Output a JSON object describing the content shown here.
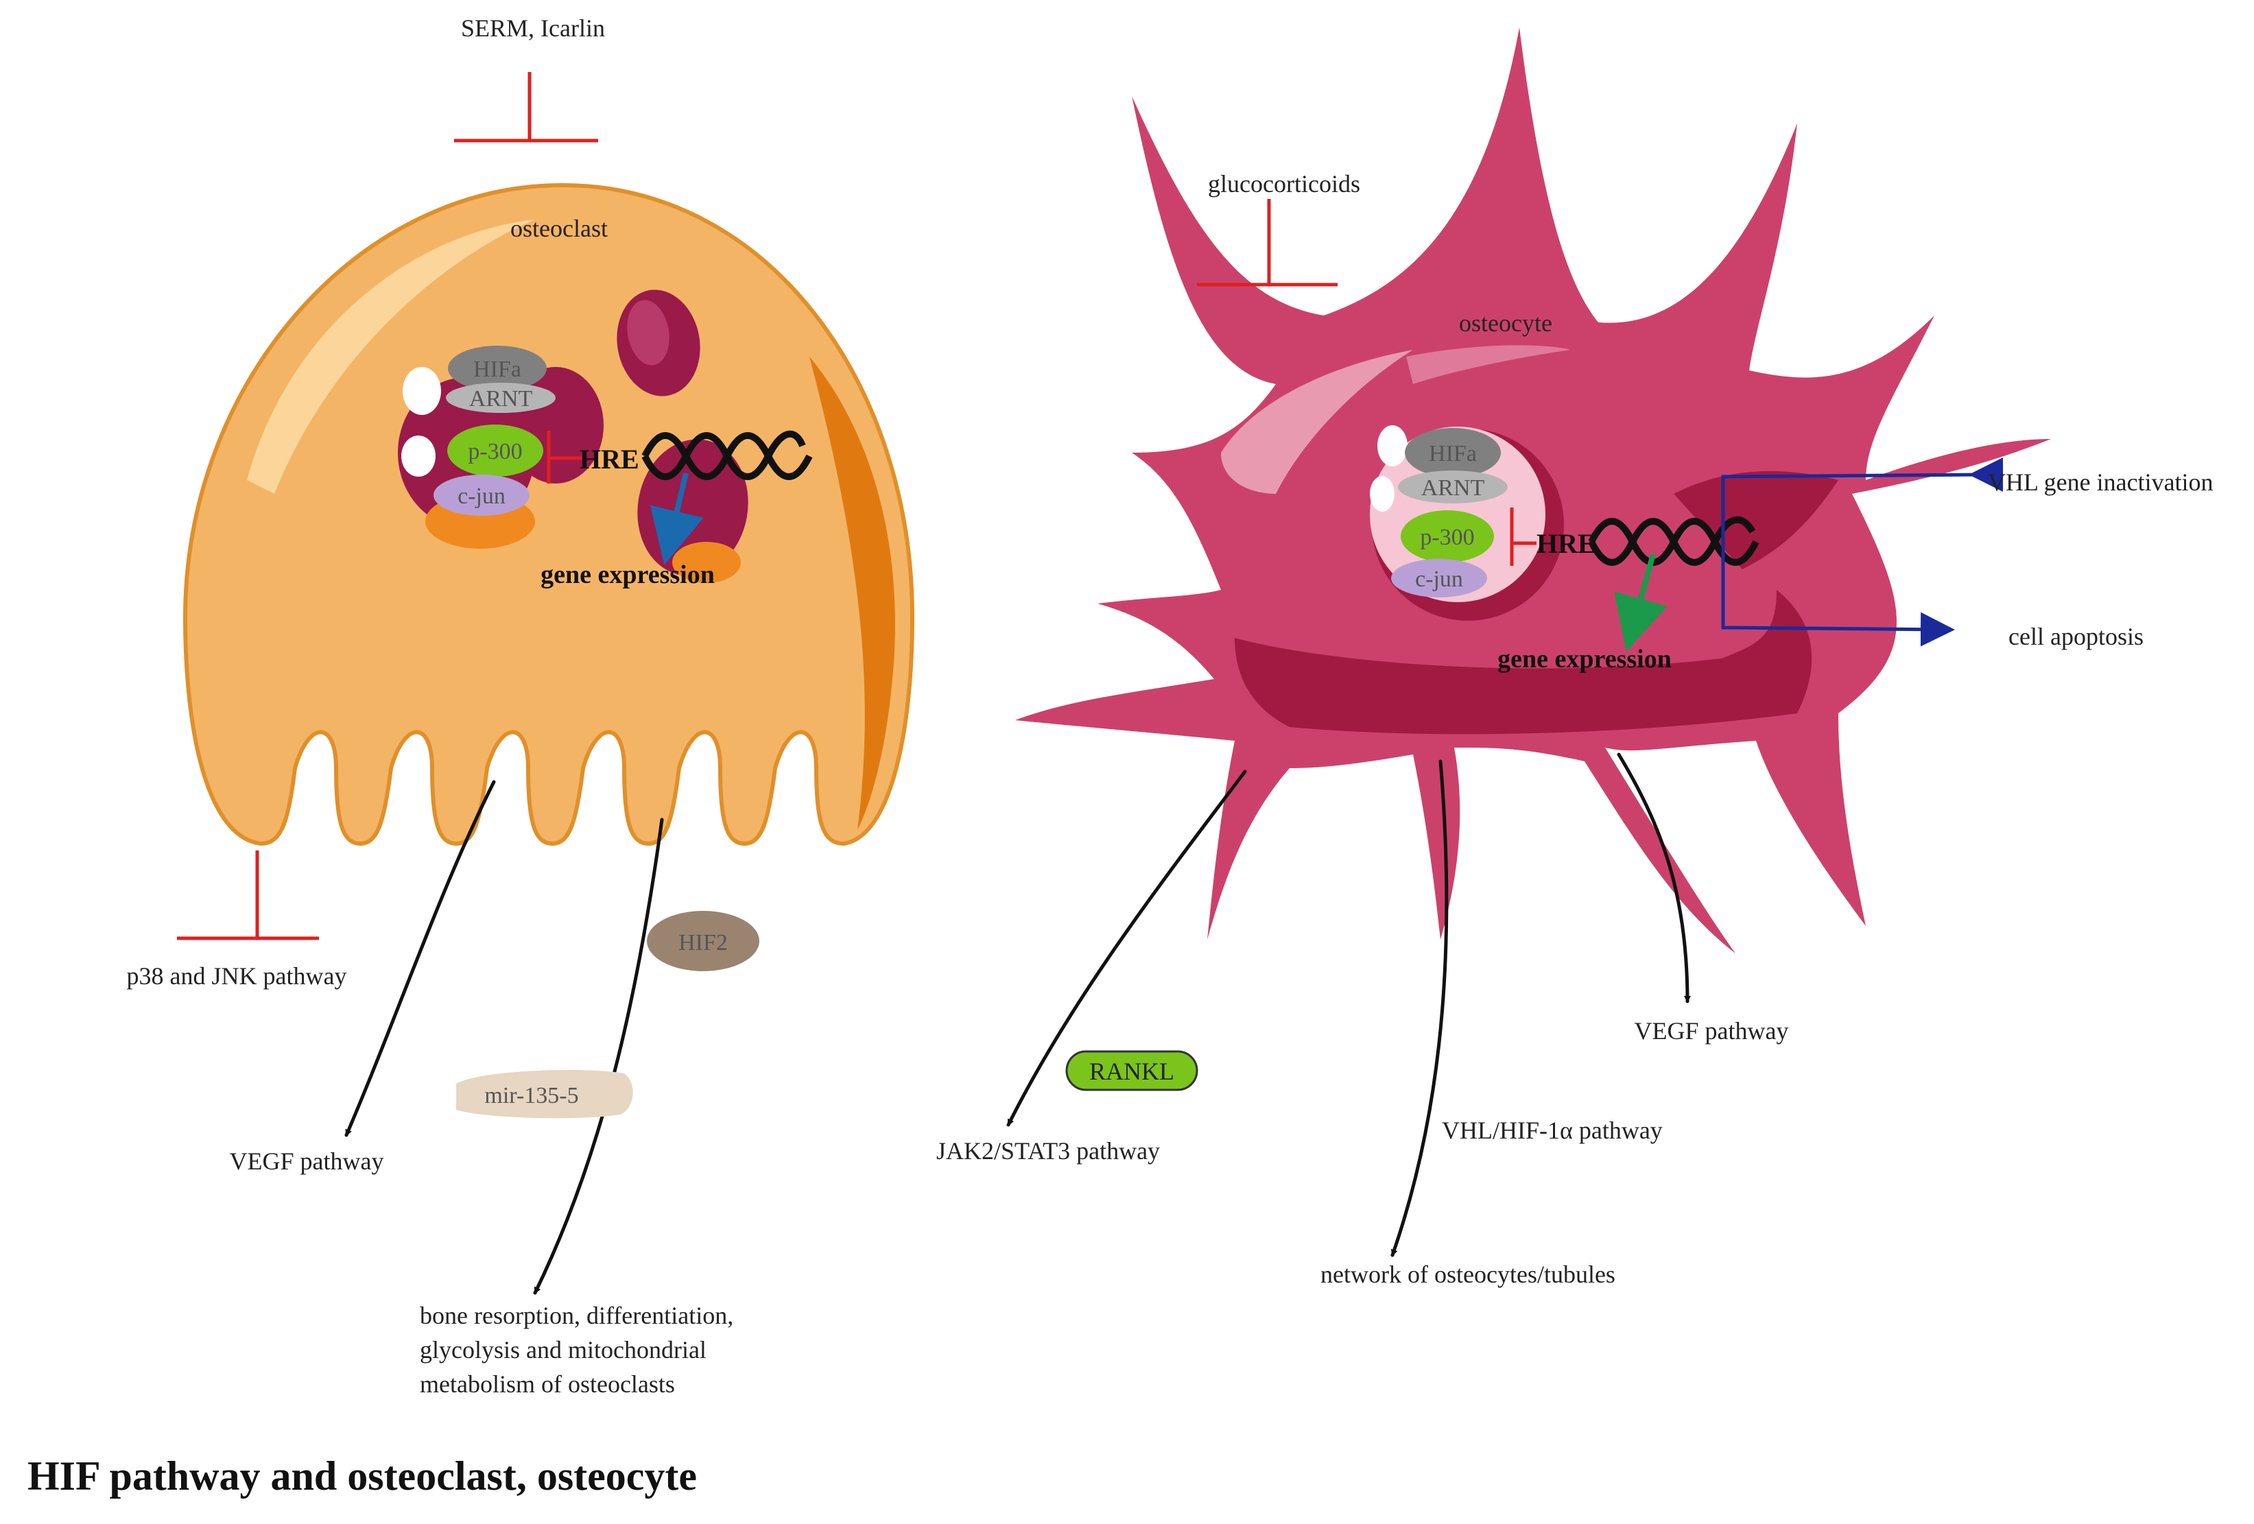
{
  "title": "HIF pathway and osteoclast, osteocyte",
  "osteoclast": {
    "cell_label": "osteoclast",
    "inhibitor_top": "SERM, Icarlin",
    "inhibitor_bottom": "p38 and JNK pathway",
    "molecules": {
      "hifa": "HIFa",
      "arnt": "ARNT",
      "p300": "p-300",
      "cjun": "c-jun"
    },
    "hre": "HRE",
    "gene_expression": "gene expression",
    "hif2": "HIF2",
    "mir": "mir-135-5",
    "vegf": "VEGF  pathway",
    "outcome_lines": [
      "bone resorption, differentiation,",
      "glycolysis and mitochondrial",
      "metabolism of osteoclasts"
    ]
  },
  "osteocyte": {
    "cell_label": "osteocyte",
    "inhibitor_top": "glucocorticoids",
    "molecules": {
      "hifa": "HIFa",
      "arnt": "ARNT",
      "p300": "p-300",
      "cjun": "c-jun"
    },
    "hre": "HRE",
    "gene_expression": "gene expression",
    "vhl_inactivation": "VHL gene inactivation",
    "cell_apoptosis": "cell apoptosis",
    "vegf": "VEGF  pathway",
    "rankl": "RANKL",
    "jak": "JAK2/STAT3  pathway",
    "vhl_hif": "VHL/HIF-1α pathway",
    "network": "network of osteocytes/tubules"
  },
  "colors": {
    "osteoclast_fill": "#f4b466",
    "osteoclast_edge": "#e07a10",
    "osteocyte_fill": "#cc416b",
    "osteocyte_dark": "#a21a42",
    "inhibit_red": "#e02020",
    "blue_arrow": "#1a2a9a",
    "green_box": "#7bc41c"
  }
}
